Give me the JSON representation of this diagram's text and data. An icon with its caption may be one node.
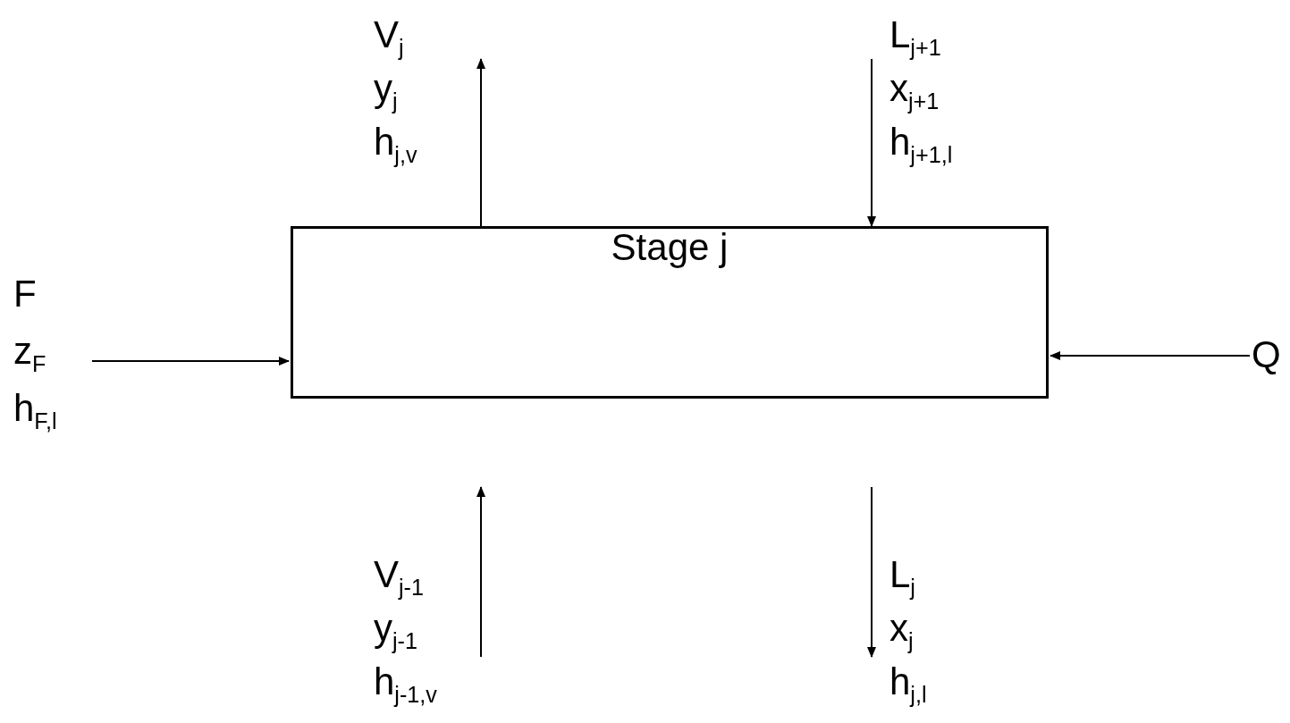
{
  "diagram": {
    "nodes": [
      {
        "text": [
          "Stage j"
        ]
      },
      {
        "text": [
          "F",
          "z$_{F}$",
          "h$_{F,l}$"
        ]
      },
      {
        "text": [
          "Q"
        ]
      }
    ],
    "edges": [
      {
        "from": 0,
        "to": null,
        "arrow": "to"
      },
      {
        "from": null,
        "to": 0,
        "arrow": "to"
      },
      {
        "from": 1,
        "to": 0,
        "arrow": "to"
      },
      {
        "from": 2,
        "to": 0,
        "arrow": "to"
      }
    ],
    "labels": [
      "V$_{j}$",
      "y$_{j}$",
      "h$_{j,v}$",
      "L$_{j+1}$",
      "x$_{j+1}$",
      "h$_{j+1,l}$",
      "V$_{j-1}$",
      "y$_{j-1}$",
      "h$_{j-1,v}$",
      "L$_{j}$",
      "x$_{j}$",
      "h$_{j,l}$"
    ]
  }
}
